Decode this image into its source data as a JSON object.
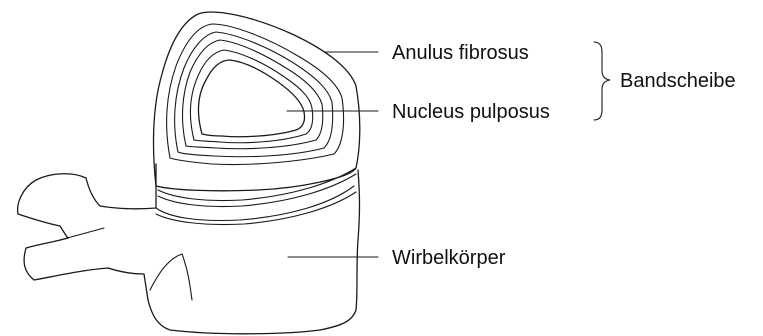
{
  "labels": {
    "anulus": "Anulus fibrosus",
    "nucleus": "Nucleus pulposus",
    "bandscheibe": "Bandscheibe",
    "wirbelkoerper": "Wirbelkörper"
  },
  "colors": {
    "line": "#1a1a1a",
    "background": "#ffffff"
  }
}
